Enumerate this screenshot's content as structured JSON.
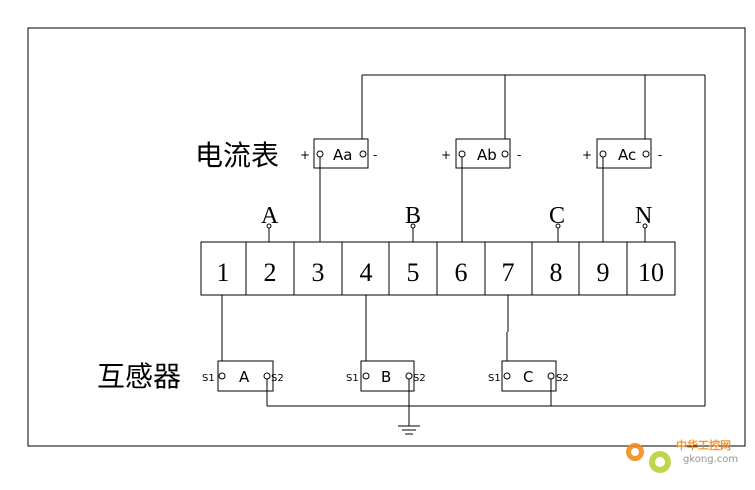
{
  "meter_group_label": "电流表",
  "ct_group_label": "互感器",
  "meters": [
    {
      "plus": "+",
      "name": "Aa",
      "minus": "-"
    },
    {
      "plus": "+",
      "name": "Ab",
      "minus": "-"
    },
    {
      "plus": "+",
      "name": "Ac",
      "minus": "-"
    }
  ],
  "phases": [
    "A",
    "B",
    "C",
    "N"
  ],
  "terminals": [
    "1",
    "2",
    "3",
    "4",
    "5",
    "6",
    "7",
    "8",
    "9",
    "10"
  ],
  "cts": [
    {
      "s1": "S1",
      "name": "A",
      "s2": "S2"
    },
    {
      "s1": "S1",
      "name": "B",
      "s2": "S2"
    },
    {
      "s1": "S1",
      "name": "C",
      "s2": "S2"
    }
  ],
  "watermark": {
    "brand": "中华工控网",
    "domain": "gkong.com",
    "accent": "#f28c1c"
  },
  "ground_icon": "ground-icon"
}
